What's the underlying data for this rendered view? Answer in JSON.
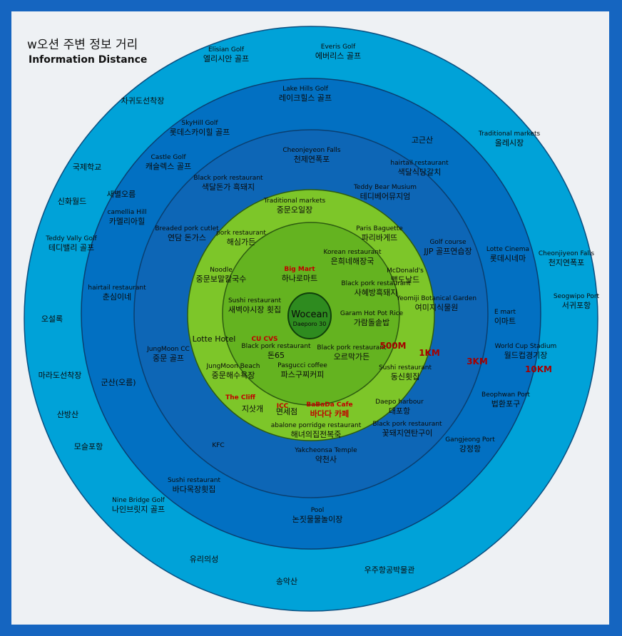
{
  "title": "w오션 주변 정보 거리",
  "subtitle": "Information Distance",
  "center": {
    "name": "Wocean",
    "sub": "Daeporo 30"
  },
  "distances": [
    "500M",
    "1KM",
    "3KM",
    "10KM"
  ],
  "colors": {
    "ring10km": "#00a2d8",
    "ring3km": "#0270c2",
    "ring1km": "#7dc629",
    "ring500m": "#5fae20",
    "center": "#2e8b1f",
    "frame": "#1565c0"
  },
  "places": [
    {
      "en": "Elisian Golf",
      "ko": "엘리시안 골프"
    },
    {
      "en": "Everis Golf",
      "ko": "에버리스 골프"
    },
    {
      "en": "",
      "ko": "차귀도선착장"
    },
    {
      "en": "Lake Hills Golf",
      "ko": "레이크힐스 골프"
    },
    {
      "en": "SkyHill Golf",
      "ko": "롯데스카이힐 골프"
    },
    {
      "en": "",
      "ko": "고근산"
    },
    {
      "en": "Traditional markets",
      "ko": "올레시장"
    },
    {
      "en": "Castle Golf",
      "ko": "캐슬렉스 골프"
    },
    {
      "en": "Cheonjeyeon Falls",
      "ko": "천제연폭포"
    },
    {
      "en": "hairtail restaurant",
      "ko": "색달식당갈치"
    },
    {
      "en": "",
      "ko": "국제학교"
    },
    {
      "en": "Black pork restaurant",
      "ko": "색달돈가 흑돼지"
    },
    {
      "en": "Teddy Bear Musium",
      "ko": "테디베어뮤지엄"
    },
    {
      "en": "",
      "ko": "새별오름"
    },
    {
      "en": "Traditional markets",
      "ko": "중문오일장"
    },
    {
      "en": "",
      "ko": "신화월드"
    },
    {
      "en": "camellia Hill",
      "ko": "카멜리아힐"
    },
    {
      "en": "Breaded pork cutlet",
      "ko": "연담 돈가스"
    },
    {
      "en": "pork restaurant",
      "ko": "해심가든"
    },
    {
      "en": "Paris Baguette",
      "ko": "파리바게뜨"
    },
    {
      "en": "Golf course",
      "ko": "JJP 골프연습장"
    },
    {
      "en": "Teddy Vally Golf",
      "ko": "테디밸리 골프"
    },
    {
      "en": "Lotte Cinema",
      "ko": "롯데시네마"
    },
    {
      "en": "Cheonjiyeon Falls",
      "ko": "천지연폭포"
    },
    {
      "en": "Korean restaurant",
      "ko": "은희네해장국"
    },
    {
      "en": "Noodle",
      "ko": "중문보말칼국수"
    },
    {
      "en": "McDonald's",
      "ko": "맥도날드"
    },
    {
      "en": "hairtail restaurant",
      "ko": "춘심이네"
    },
    {
      "en": "Black pork restaurant",
      "ko": "사혜방흑돼지"
    },
    {
      "en": "Sushi restaurant",
      "ko": "새벽야시장 횟집"
    },
    {
      "en": "Seogwipo Port",
      "ko": "서귀포항"
    },
    {
      "en": "Yeomiji Botanical Garden",
      "ko": "여미지식물원"
    },
    {
      "en": "Garam Hot Pot Rice",
      "ko": "가람돌솥밥"
    },
    {
      "en": "",
      "ko": "오설록"
    },
    {
      "en": "E mart",
      "ko": "이마트"
    },
    {
      "en": "Black pork restaurant",
      "ko": "돈65"
    },
    {
      "en": "Black pork restaurant",
      "ko": "오르막가든"
    },
    {
      "en": "JungMoon CC",
      "ko": "중문 골프"
    },
    {
      "en": "World Cup Stadium",
      "ko": "월드컵경기장"
    },
    {
      "en": "Sushi restaurant",
      "ko": "동신횟집"
    },
    {
      "en": "JungMoon Beach",
      "ko": "중문해수욕장"
    },
    {
      "en": "Pasgucci coffee",
      "ko": "파스구찌커피"
    },
    {
      "en": "",
      "ko": "마라도선착장"
    },
    {
      "en": "",
      "ko": "군산(오름)"
    },
    {
      "en": "Beophwan Port",
      "ko": "법환포구"
    },
    {
      "en": "",
      "ko": "지삿개"
    },
    {
      "en": "",
      "ko": "면세점"
    },
    {
      "en": "Daepo harbour",
      "ko": "대포항"
    },
    {
      "en": "",
      "ko": "산방산"
    },
    {
      "en": "abalone porridge restaurant",
      "ko": "해녀의집전복죽"
    },
    {
      "en": "Black pork restaurant",
      "ko": "꽃돼지연탄구이"
    },
    {
      "en": "Gangjeong Port",
      "ko": "강정항"
    },
    {
      "en": "",
      "ko": "모슬포항"
    },
    {
      "en": "Yakcheonsa Temple",
      "ko": "약천사"
    },
    {
      "en": "Sushi restaurant",
      "ko": "바다목장횟집"
    },
    {
      "en": "Nine Bridge Golf",
      "ko": "나인브릿지 골프"
    },
    {
      "en": "Pool",
      "ko": "논짓물물놀이장"
    },
    {
      "en": "",
      "ko": "유리의성"
    },
    {
      "en": "",
      "ko": "우주항공박물관"
    },
    {
      "en": "",
      "ko": "송악산"
    }
  ],
  "highlights": [
    {
      "en": "Big Mart",
      "ko": "하나로마트"
    },
    {
      "en": "CU CVS",
      "ko": ""
    },
    {
      "en": "The Cliff",
      "ko": ""
    },
    {
      "en": "ICC",
      "ko": ""
    },
    {
      "en": "BaBaDa Cafe",
      "ko": "바다다 카페"
    }
  ],
  "single_labels": [
    "Lotte Hotel",
    "KFC"
  ]
}
